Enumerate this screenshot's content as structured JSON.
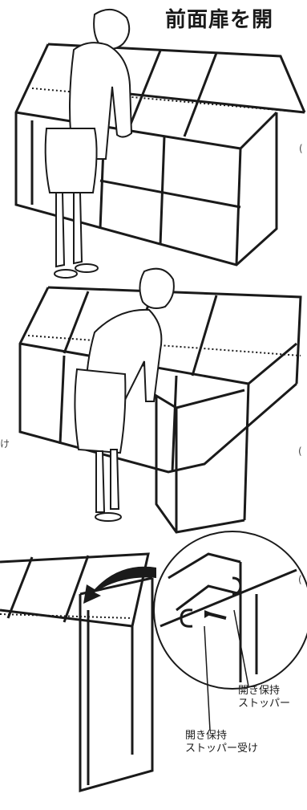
{
  "header": {
    "title": "前面扉を開"
  },
  "panels": [
    {
      "id": "step-1"
    },
    {
      "id": "step-2"
    },
    {
      "id": "step-3"
    }
  ],
  "callout": {
    "stopper_label_line1": "開き保持",
    "stopper_label_line2": "ストッパー",
    "receiver_label_line1": "開き保持",
    "receiver_label_line2": "ストッパー受け"
  },
  "edge_fragments": {
    "left_ke": "け"
  },
  "colors": {
    "line": "#1a1a1a",
    "background": "#ffffff"
  }
}
